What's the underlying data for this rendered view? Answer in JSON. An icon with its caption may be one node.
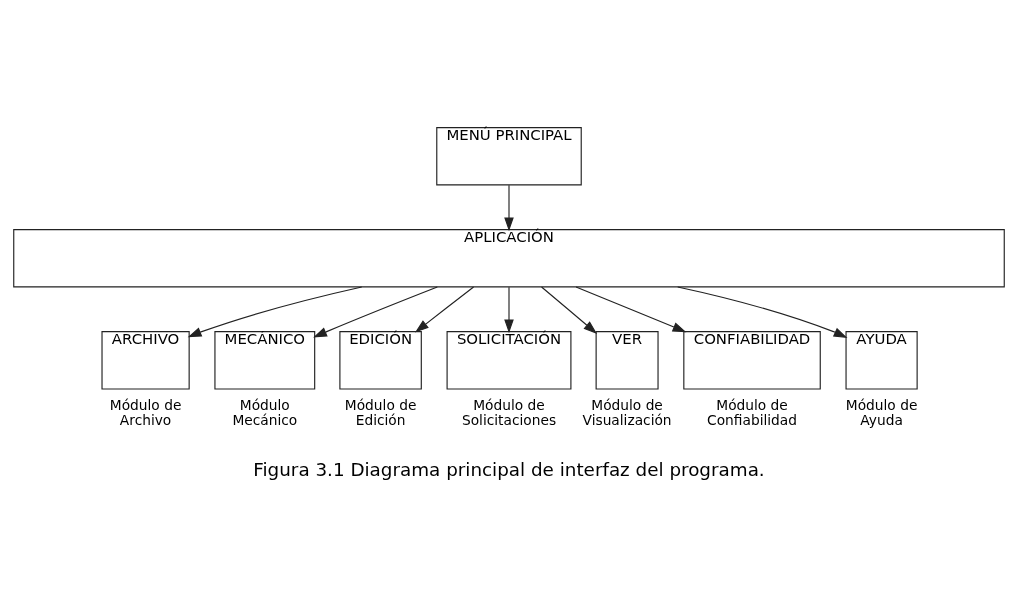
{
  "diagram": {
    "caption": "Figura 3.1 Diagrama principal de interfaz del programa.",
    "nodes": [
      {
        "text": [
          "MENÚ PRINCIPAL"
        ]
      },
      {
        "text": [
          "APLICACIÓN"
        ]
      },
      {
        "text": [
          "ARCHIVO"
        ],
        "beside": [
          "Módulo de Archivo"
        ]
      },
      {
        "text": [
          "MECÁNICO"
        ],
        "beside": [
          "Módulo Mecánico"
        ]
      },
      {
        "text": [
          "EDICIÓN"
        ],
        "beside": [
          "Módulo de Edición"
        ]
      },
      {
        "text": [
          "SOLICITACIÓN"
        ],
        "beside": [
          "Módulo de Solicitaciones"
        ]
      },
      {
        "text": [
          "VER"
        ],
        "beside": [
          "Módulo de Visualización"
        ]
      },
      {
        "text": [
          "CONFIABILIDAD"
        ],
        "beside": [
          "Módulo de Confiabilidad"
        ]
      },
      {
        "text": [
          "AYUDA"
        ],
        "beside": [
          "Módulo de Ayuda"
        ]
      }
    ],
    "edges": [
      {
        "from": 0,
        "to": 1,
        "arrow": "to"
      },
      {
        "from": 1,
        "to": 2,
        "arrow": "to"
      },
      {
        "from": 1,
        "to": 3,
        "arrow": "to"
      },
      {
        "from": 1,
        "to": 4,
        "arrow": "to"
      },
      {
        "from": 1,
        "to": 5,
        "arrow": "to"
      },
      {
        "from": 1,
        "to": 6,
        "arrow": "to"
      },
      {
        "from": 1,
        "to": 7,
        "arrow": "to"
      },
      {
        "from": 1,
        "to": 8,
        "arrow": "to"
      }
    ]
  }
}
